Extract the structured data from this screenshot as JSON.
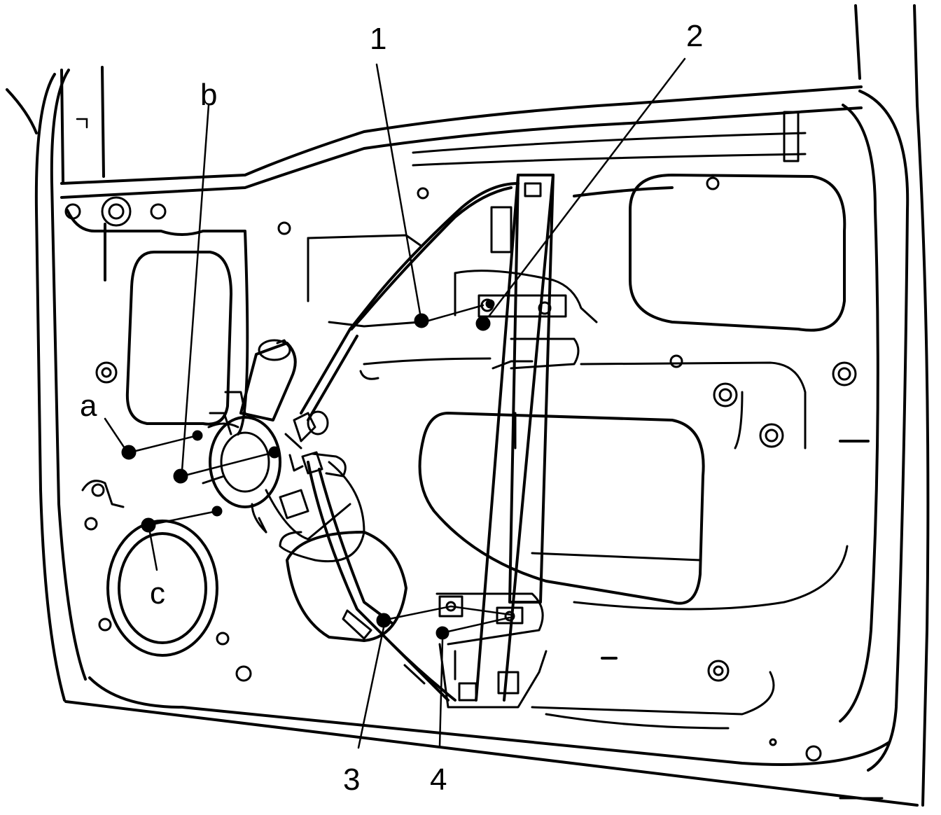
{
  "callouts": {
    "n1": "1",
    "n2": "2",
    "n3": "3",
    "n4": "4",
    "a": "a",
    "b": "b",
    "c": "c"
  }
}
